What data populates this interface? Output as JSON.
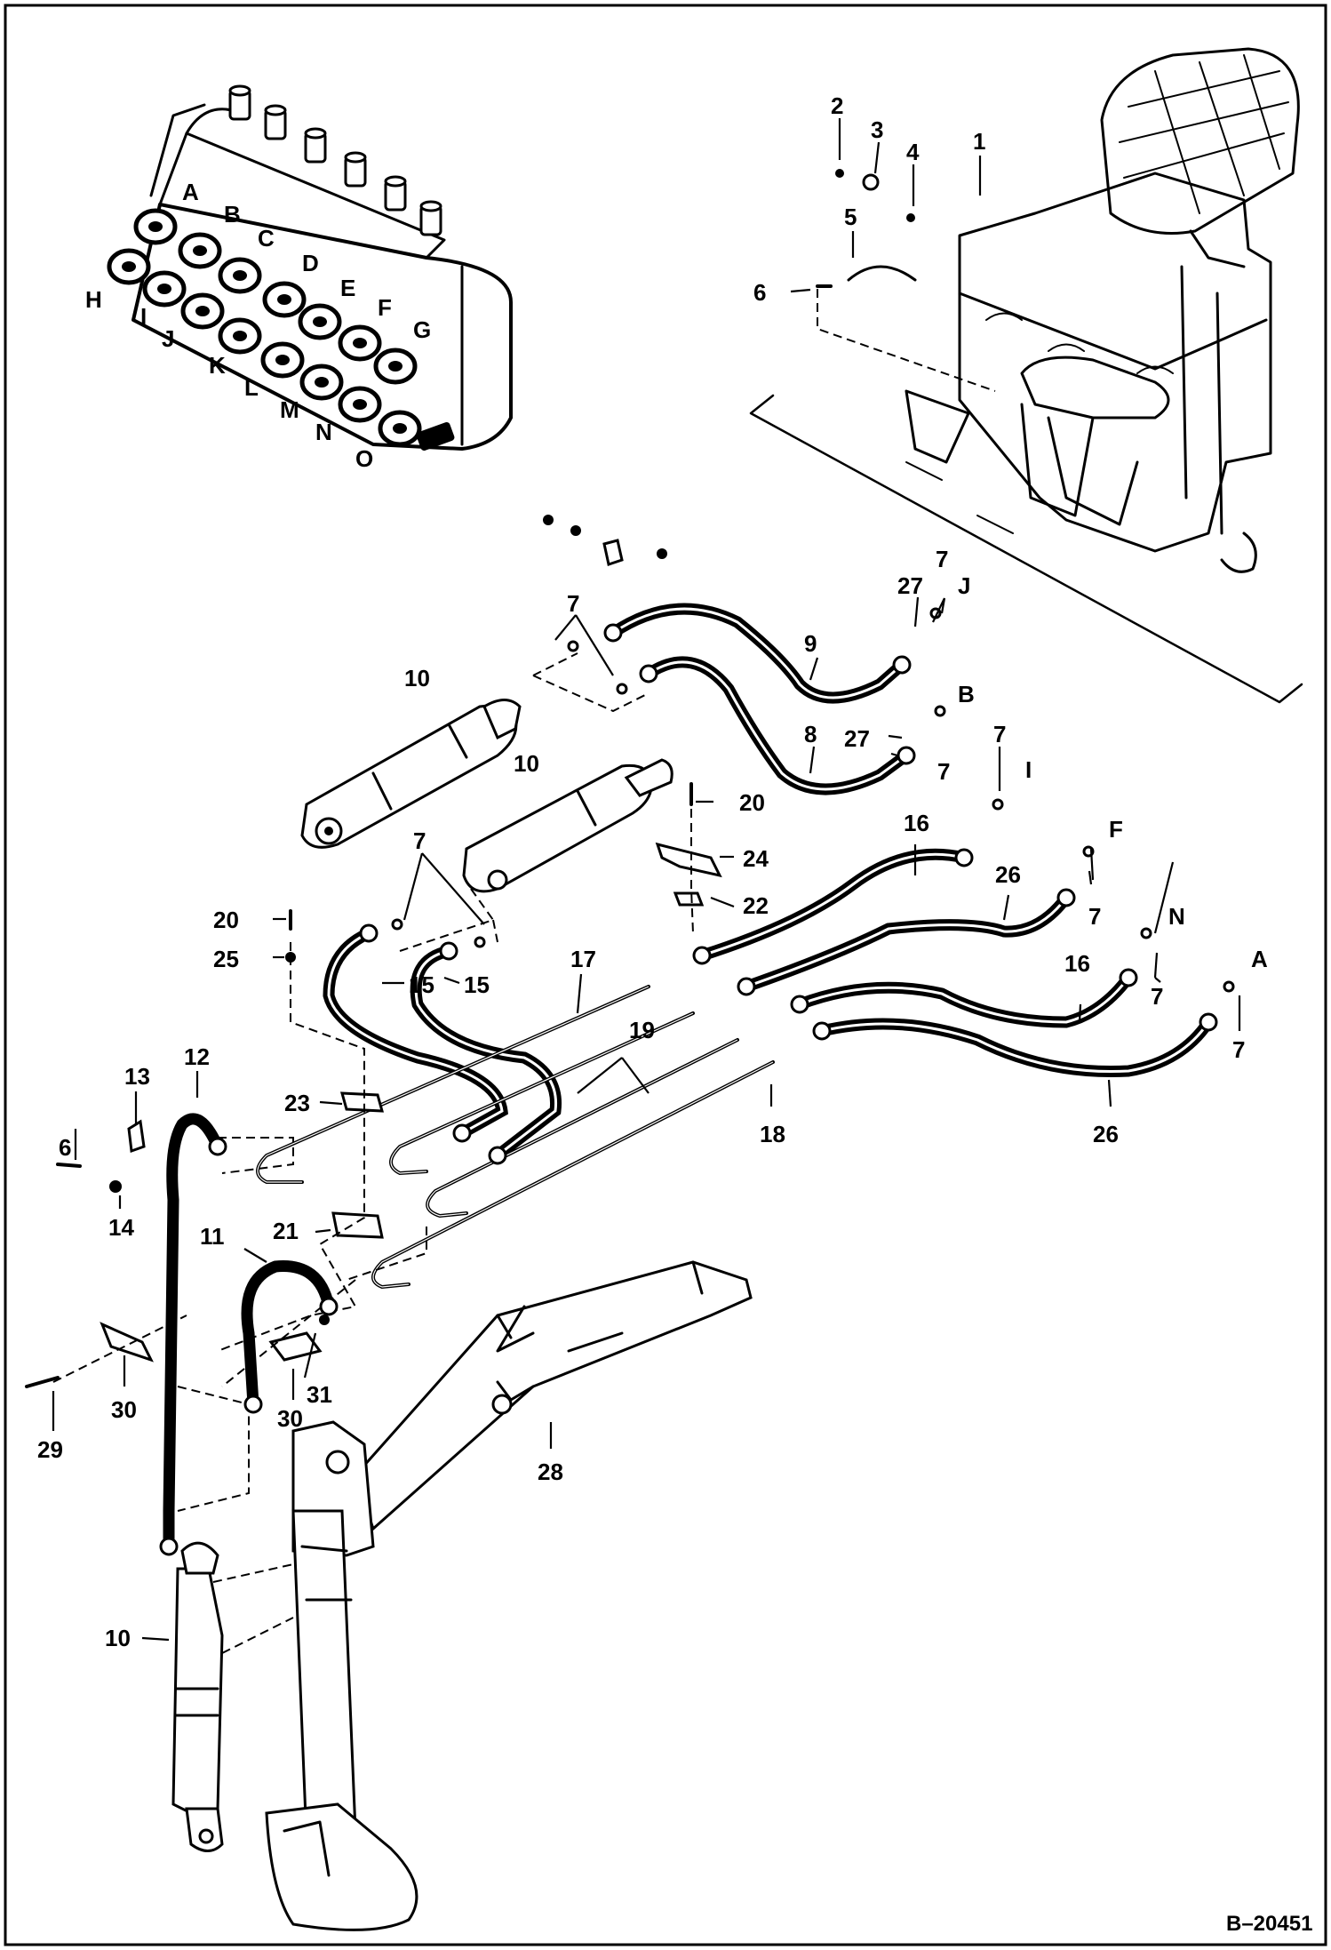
{
  "drawing_ref": "B–20451",
  "valve_port_labels": [
    "A",
    "B",
    "C",
    "D",
    "E",
    "F",
    "G",
    "H",
    "I",
    "J",
    "K",
    "L",
    "M",
    "N",
    "O"
  ],
  "hose_end_port_labels": [
    "J",
    "B",
    "I",
    "F",
    "N",
    "A"
  ],
  "callouts": [
    "1",
    "2",
    "3",
    "4",
    "5",
    "6",
    "7",
    "8",
    "9",
    "10",
    "11",
    "12",
    "13",
    "14",
    "15",
    "16",
    "17",
    "18",
    "19",
    "20",
    "21",
    "22",
    "23",
    "24",
    "25",
    "26",
    "27",
    "28",
    "29",
    "30",
    "31"
  ],
  "colors": {
    "ink": "#000000",
    "paper": "#ffffff"
  }
}
